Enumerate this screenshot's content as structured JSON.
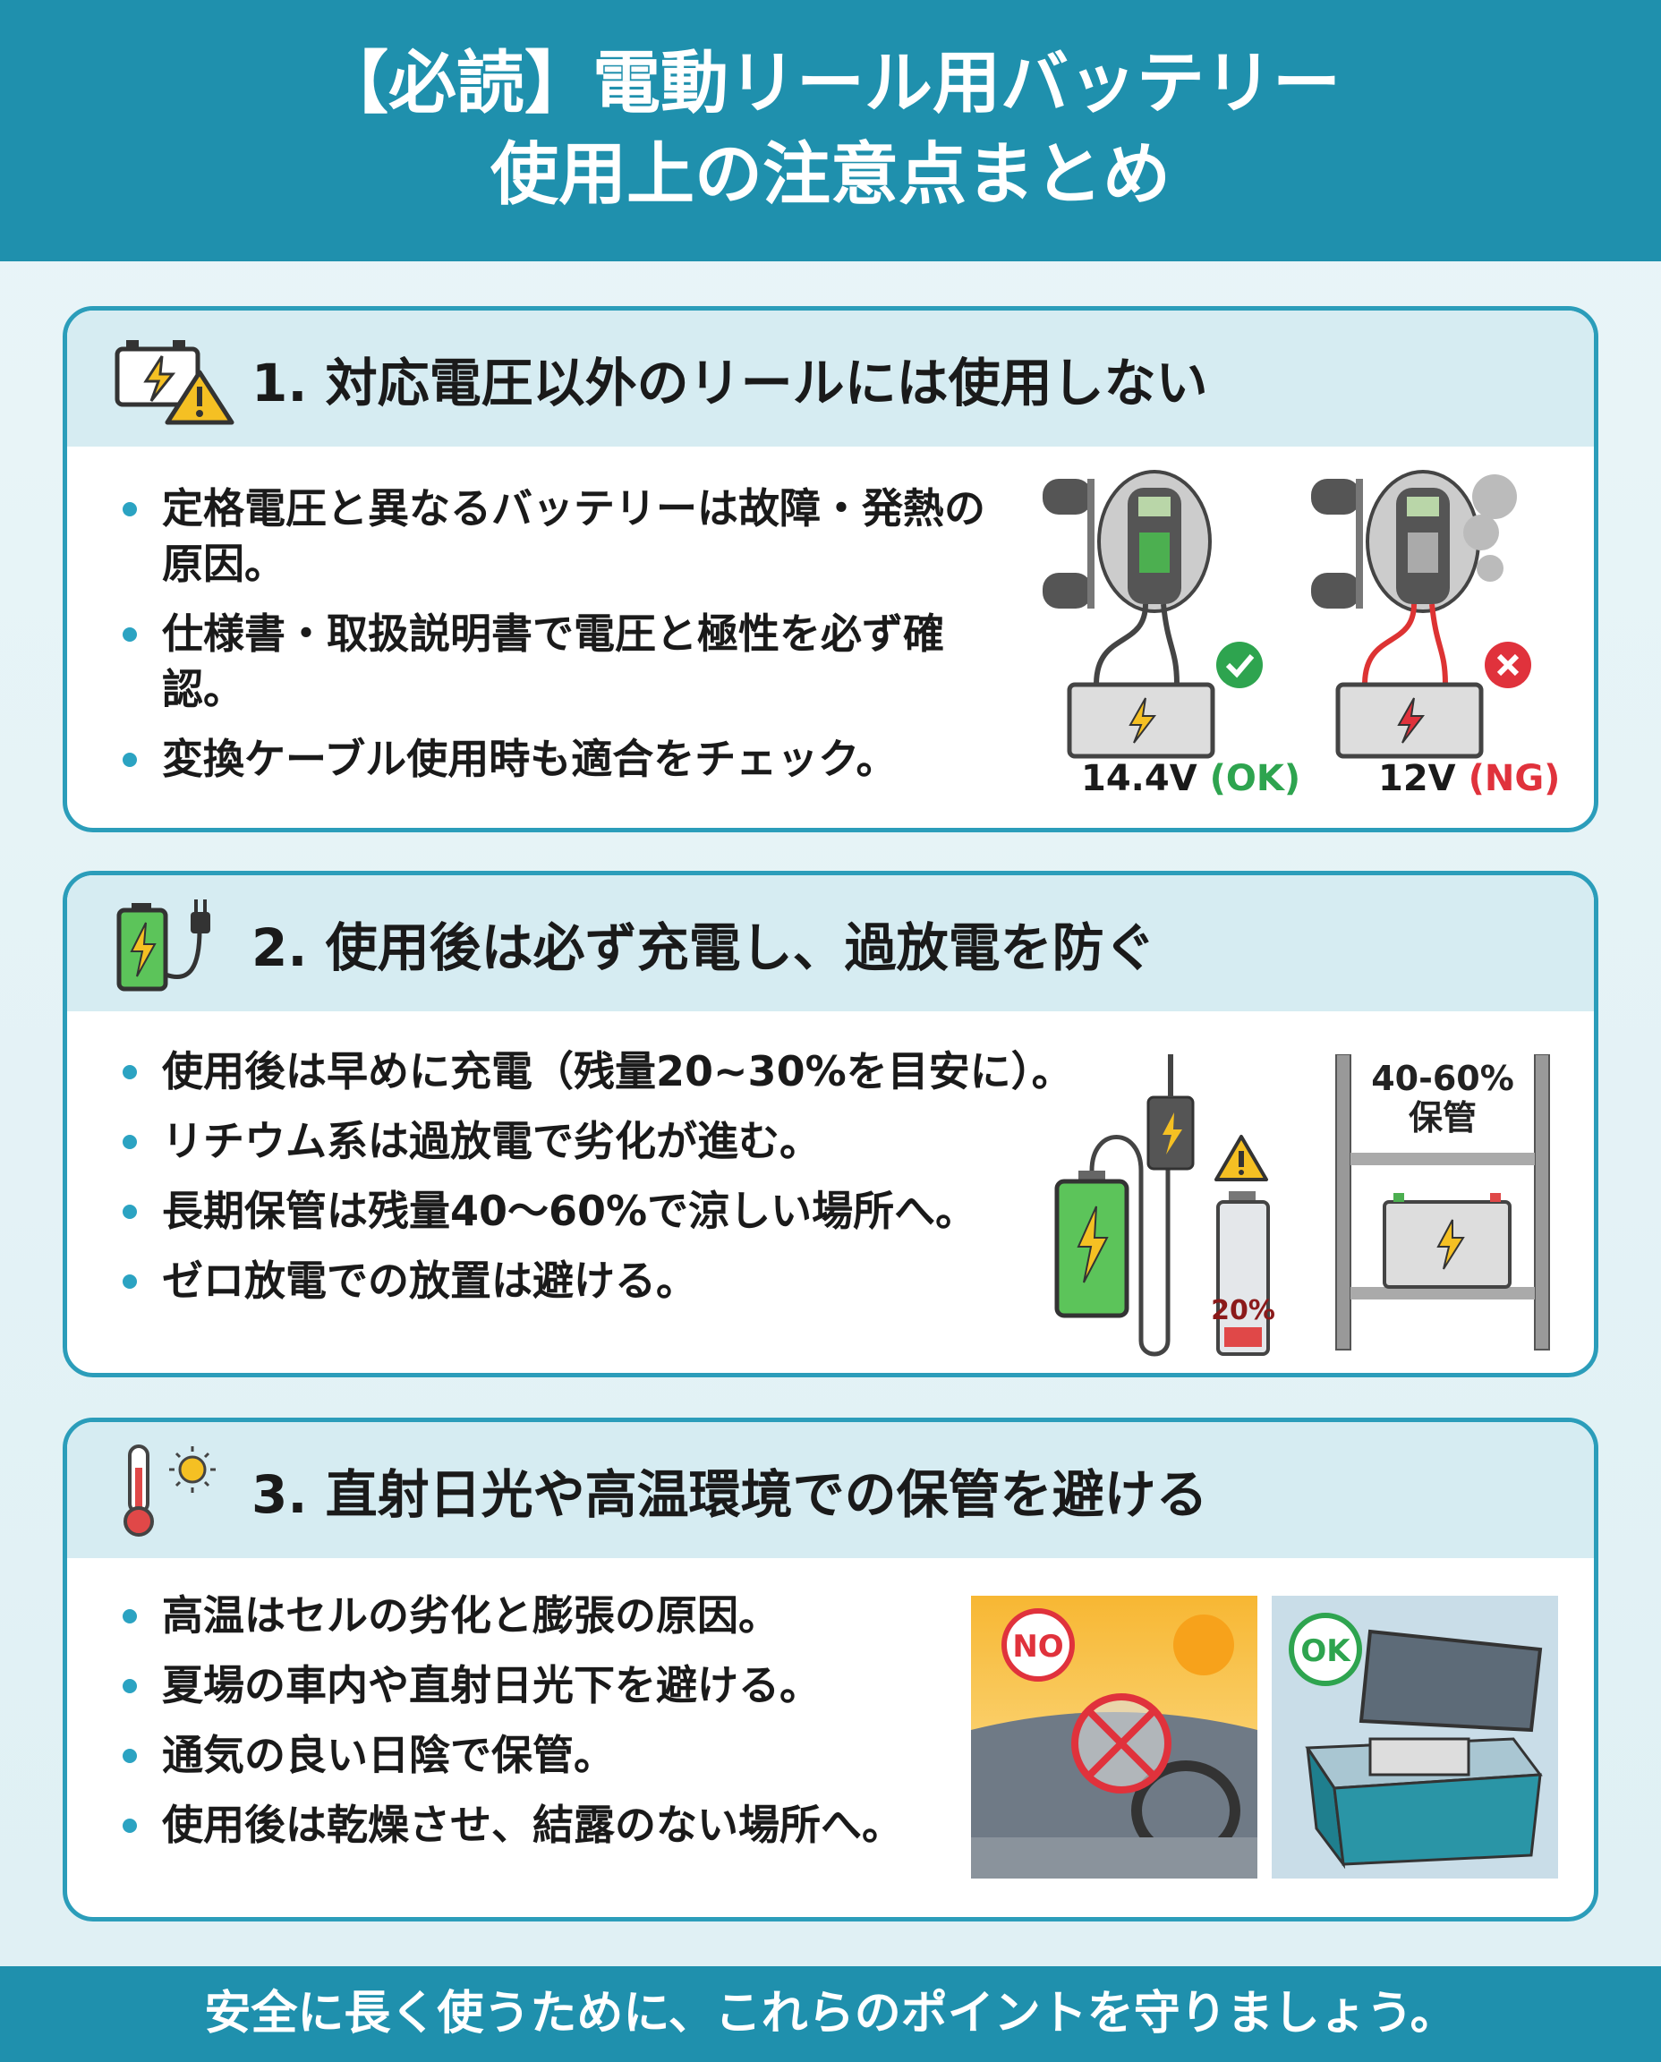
{
  "header": {
    "title_line1": "【必読】電動リール用バッテリー",
    "title_line2": "使用上の注意点まとめ"
  },
  "sections": [
    {
      "title": "1. 対応電圧以外のリールには使用しない",
      "bullets": [
        "定格電圧と異なるバッテリーは故障・発熱の原因。",
        "仕様書・取扱説明書で電圧と極性を必ず確認。",
        "変換ケーブル使用時も適合をチェック。"
      ],
      "illustration": {
        "ok_voltage": "14.4V",
        "ok_tag": "(OK)",
        "ng_voltage": "12V",
        "ng_tag": "(NG)"
      }
    },
    {
      "title": "2. 使用後は必ず充電し、過放電を防ぐ",
      "bullets": [
        "使用後は早めに充電（残量20~30%を目安に）。",
        "リチウム系は過放電で劣化が進む。",
        "長期保管は残量40〜60%で涼しい場所へ。",
        "ゼロ放電での放置は避ける。"
      ],
      "illustration": {
        "low_battery_label": "20%",
        "storage_label_line1": "40-60%",
        "storage_label_line2": "保管"
      }
    },
    {
      "title": "3. 直射日光や高温環境での保管を避ける",
      "bullets": [
        "高温はセルの劣化と膨張の原因。",
        "夏場の車内や直射日光下を避ける。",
        "通気の良い日陰で保管。",
        "使用後は乾燥させ、結露のない場所へ。"
      ],
      "illustration": {
        "no_badge": "NO",
        "ok_badge": "OK"
      }
    }
  ],
  "footer": {
    "text": "安全に長く使うために、これらのポイントを守りましょう。"
  },
  "colors": {
    "primary": "#1f90ad",
    "ok": "#2ea44f",
    "ng": "#e0323c"
  }
}
